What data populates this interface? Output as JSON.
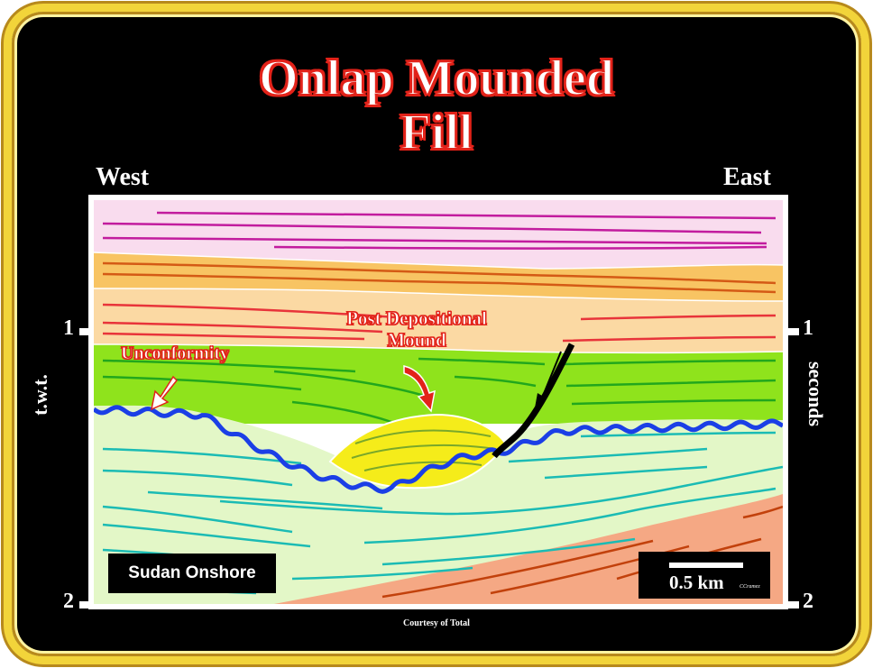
{
  "title": {
    "line1": "Onlap Mounded",
    "line2": "Fill"
  },
  "directions": {
    "west": "West",
    "east": "East"
  },
  "axes": {
    "left_label": "t.w.t.",
    "right_label": "seconds",
    "left_ticks": [
      "1",
      "2"
    ],
    "right_ticks": [
      "1",
      "2"
    ]
  },
  "annotations": {
    "unconformity": "Unconformity",
    "mound_line1": "Post Depositional",
    "mound_line2": "Mound"
  },
  "location_label": "Sudan Onshore",
  "scale": {
    "label": "0.5 km",
    "credit": "CCramez"
  },
  "courtesy": "Courtesy of Total",
  "colors": {
    "frame_gold": "#f2d43a",
    "title_red": "#e2231a",
    "pink_layer": "#f9dcee",
    "orange_layer": "#f8c463",
    "peach_layer": "#fbd9a3",
    "green_layer": "#8fe31c",
    "pale_green_layer": "#e3f7c7",
    "mound_yellow": "#f5ec1a",
    "unconformity_blue": "#1b3fe6",
    "basement_salmon": "#f5a884"
  }
}
